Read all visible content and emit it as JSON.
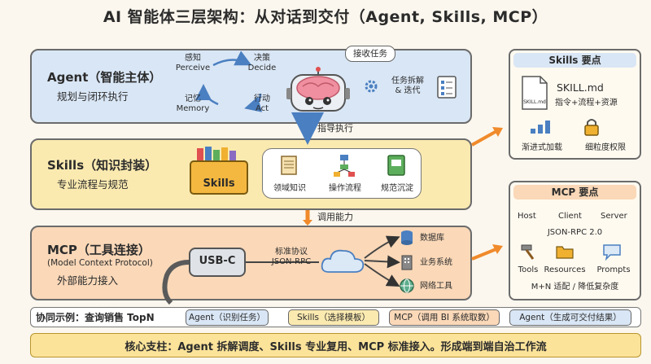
{
  "title": "AI 智能体三层架构：从对话到交付（Agent, Skills, MCP）",
  "agent": {
    "title": "Agent（智能主体）",
    "subtitle": "规划与闭环执行",
    "loop": {
      "perceive_cn": "感知",
      "perceive_en": "Perceive",
      "decide_cn": "决策",
      "decide_en": "Decide",
      "act_cn": "行动",
      "act_en": "Act",
      "memory_cn": "记忆",
      "memory_en": "Memory"
    },
    "bubble": "接收任务",
    "task_split": "任务拆解\n& 迭代"
  },
  "arrow_labels": {
    "guide": "指导执行",
    "call": "调用能力"
  },
  "skills": {
    "title": "Skills（知识封装）",
    "subtitle": "专业流程与规范",
    "box_label": "Skills",
    "items": [
      "领域知识",
      "操作流程",
      "规范沉淀"
    ]
  },
  "mcp": {
    "title": "MCP（工具连接）",
    "subtitle_en": "(Model Context Protocol)",
    "subtitle": "外部能力接入",
    "plug_label": "USB-C",
    "protocol_cn": "标准协议",
    "protocol_en": "JSON-RPC",
    "targets": [
      "数据库",
      "业务系统",
      "网络工具"
    ]
  },
  "skills_panel": {
    "title": "Skills 要点",
    "file_name": "SKILL.md",
    "file_icon_text": "SKILL.md",
    "file_desc": "指令+流程+资源",
    "features": [
      "渐进式加载",
      "细粒度权限"
    ]
  },
  "mcp_panel": {
    "title": "MCP 要点",
    "host": "Host",
    "client": "Client",
    "server": "Server",
    "rpc": "JSON-RPC 2.0",
    "prims": [
      "Tools",
      "Resources",
      "Prompts"
    ],
    "note": "M+N 适配 / 降低复杂度"
  },
  "example": {
    "label": "协同示例：查询销售 TopN",
    "steps": [
      "Agent（识别任务）",
      "Skills（选择模板）",
      "MCP（调用 BI 系统取数）",
      "Agent（生成可交付结果）"
    ]
  },
  "footer": "核心支柱：Agent 拆解调度、Skills 专业复用、MCP 标准接入。形成端到端自治工作流",
  "colors": {
    "agent_bg": "#d9e6f5",
    "skills_bg": "#fbeab0",
    "mcp_bg": "#fad8b8",
    "footer_bg": "#fbe39a",
    "arrow": "#4a7fc1"
  }
}
